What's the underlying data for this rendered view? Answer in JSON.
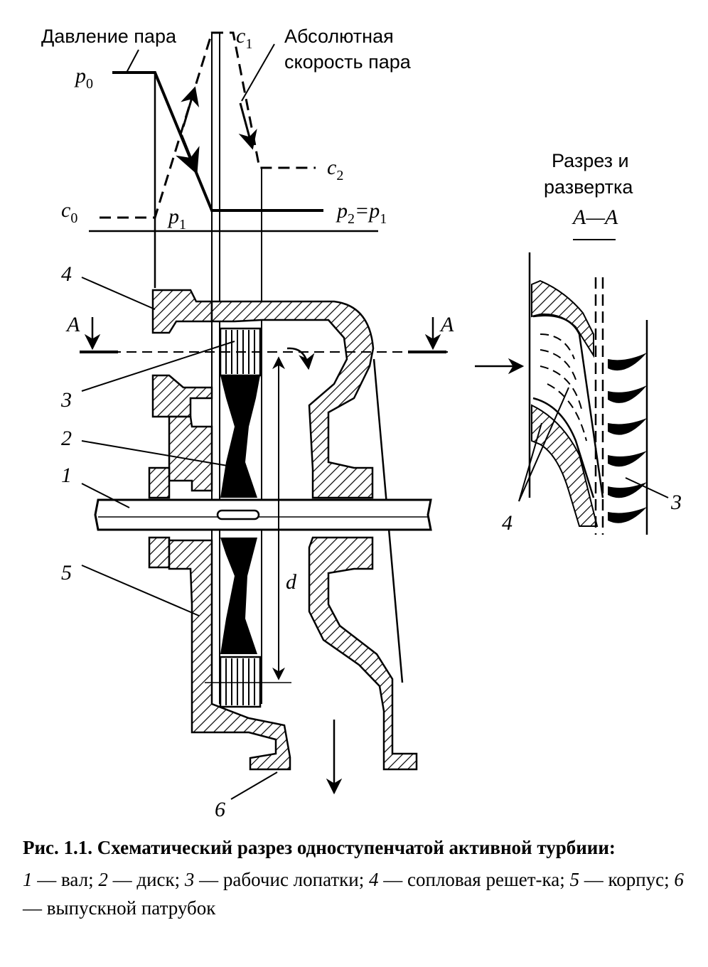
{
  "diagram": {
    "label_pressure": "Давление пара",
    "label_velocity_line1": "Абсолютная",
    "label_velocity_line2": "скорость пара",
    "label_section_line1": "Разрез и",
    "label_section_line2": "развертка",
    "label_section_aa": "А—А",
    "symbols": {
      "p0": "p",
      "p0_sub": "0",
      "p1": "p",
      "p1_sub": "1",
      "p2_eq": "p",
      "p2_sub": "2",
      "p2_rhs": "=p",
      "p2_rhs_sub": "1",
      "c0": "c",
      "c0_sub": "0",
      "c1": "c",
      "c1_sub": "1",
      "c2": "c",
      "c2_sub": "2",
      "section_mark": "A",
      "diameter": "d"
    },
    "part_numbers": [
      "1",
      "2",
      "3",
      "4",
      "5",
      "6"
    ]
  },
  "caption": {
    "title": "Рис. 1.1. Схематический разрез одноступенчатой активной турбиии:",
    "legend": [
      {
        "num": "1",
        "text": " — вал; "
      },
      {
        "num": "2",
        "text": " — диск; "
      },
      {
        "num": "3",
        "text": " — рабочис лопатки; "
      },
      {
        "num": "4",
        "text": " — сопловая решет-ка; "
      },
      {
        "num": "5",
        "text": " — корпус; "
      },
      {
        "num": "6",
        "text": " — выпускной патрубок"
      }
    ]
  }
}
